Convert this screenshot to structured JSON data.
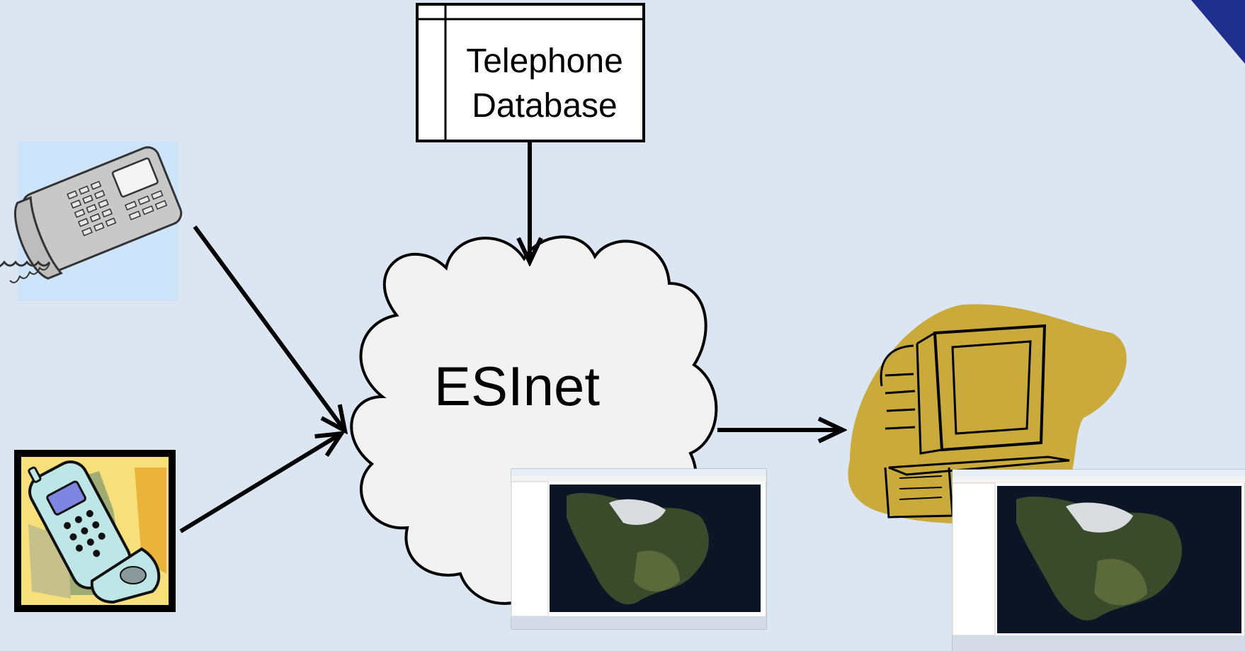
{
  "diagram": {
    "database": {
      "line1": "Telephone",
      "line2": "Database"
    },
    "cloud_label": "ESInet",
    "nodes": [
      "desk-phone",
      "cell-phone",
      "telephone-database",
      "esinet-cloud",
      "workstation",
      "gis-map-screenshot"
    ]
  },
  "colors": {
    "background": "#dce6f2",
    "cloud_fill": "#f2f2f2",
    "phone_backdrop": "#cde4fb",
    "cell_phone_bg": "#f7df7c",
    "computer_blob": "#c9aa3b",
    "map_ocean": "#0b1526"
  }
}
